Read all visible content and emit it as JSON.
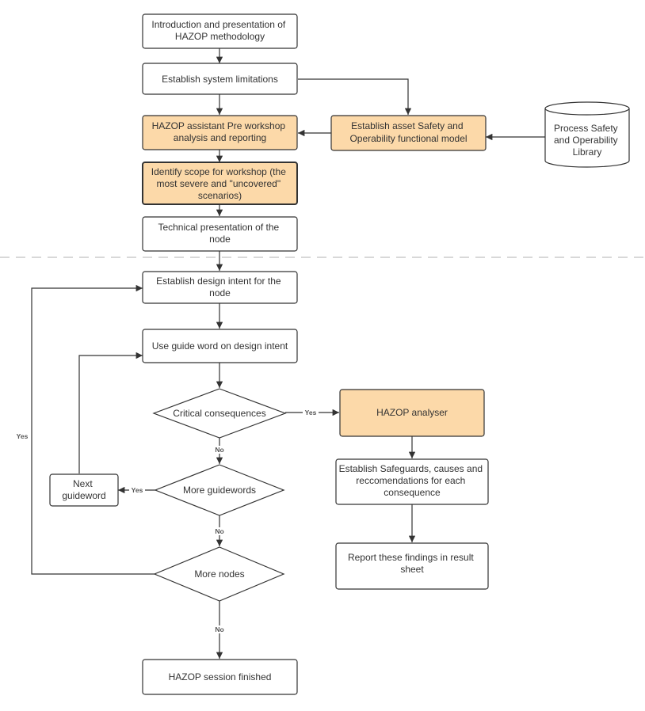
{
  "colors": {
    "highlight_fill": "#fcd9a9",
    "box_fill": "#ffffff",
    "stroke": "#333333",
    "divider": "#cccccc"
  },
  "diagram": {
    "boxes": {
      "intro": [
        "Introduction and presentation of",
        "HAZOP methodology"
      ],
      "limitations": [
        "Establish system limitations"
      ],
      "assistant": [
        "HAZOP assistant Pre workshop",
        "analysis and reporting"
      ],
      "asset_model": [
        "Establish asset Safety and",
        "Operability functional model"
      ],
      "library": [
        "Process Safety",
        "and Operability",
        "Library"
      ],
      "scope": [
        "Identify scope for workshop (the",
        "most severe and \"uncovered\"",
        "scenarios)"
      ],
      "tech_presentation": [
        "Technical presentation of the",
        "node"
      ],
      "design_intent": [
        "Establish design intent for the",
        "node"
      ],
      "guide_word": [
        "Use guide word on design intent"
      ],
      "critical": [
        "Critical consequences"
      ],
      "analyser": [
        "HAZOP analyser"
      ],
      "safeguards": [
        "Establish Safeguards, causes and",
        "reccomendations for each",
        "consequence"
      ],
      "report": [
        "Report these findings in result",
        "sheet"
      ],
      "more_guidewords": [
        "More guidewords"
      ],
      "next_guideword": [
        "Next",
        "guideword"
      ],
      "more_nodes": [
        "More nodes"
      ],
      "finished": [
        "HAZOP session finished"
      ]
    },
    "edge_labels": {
      "critical_yes": "Yes",
      "critical_no": "No",
      "guidewords_yes": "Yes",
      "guidewords_no": "No",
      "nodes_yes": "Yes",
      "nodes_no": "No"
    }
  }
}
